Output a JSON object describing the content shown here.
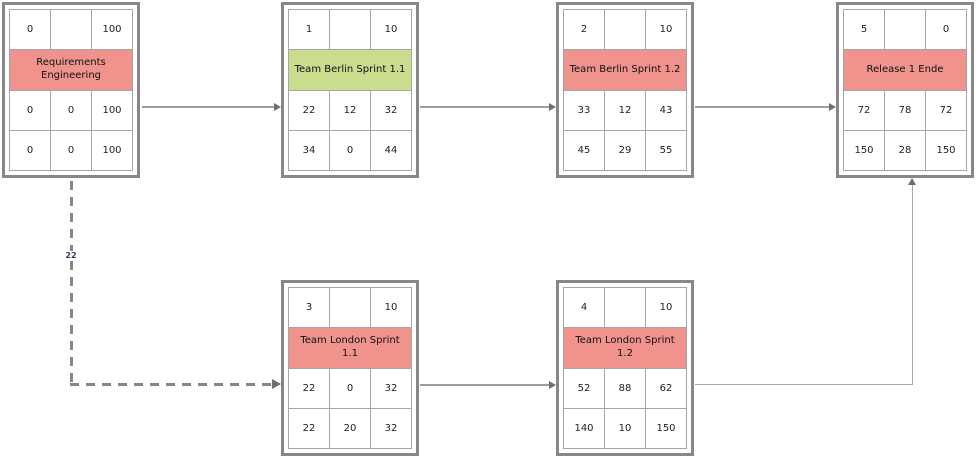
{
  "diagram": {
    "kind": "project-network-plan"
  },
  "nodes": [
    {
      "id": "requirements-engineering",
      "title": "Requirements Engineering",
      "header_color": "#ef938c",
      "cells": {
        "top": [
          "0",
          "",
          "100"
        ],
        "mid": [
          "0",
          "0",
          "100"
        ],
        "bot": [
          "0",
          "0",
          "100"
        ]
      }
    },
    {
      "id": "team-berlin-sprint-1-1",
      "title": "Team Berlin Sprint 1.1",
      "header_color": "#cadc8e",
      "cells": {
        "top": [
          "1",
          "",
          "10"
        ],
        "mid": [
          "22",
          "12",
          "32"
        ],
        "bot": [
          "34",
          "0",
          "44"
        ]
      }
    },
    {
      "id": "team-berlin-sprint-1-2",
      "title": "Team Berlin Sprint 1.2",
      "header_color": "#ef938c",
      "cells": {
        "top": [
          "2",
          "",
          "10"
        ],
        "mid": [
          "33",
          "12",
          "43"
        ],
        "bot": [
          "45",
          "29",
          "55"
        ]
      }
    },
    {
      "id": "release-1-ende",
      "title": "Release 1 Ende",
      "header_color": "#ef938c",
      "cells": {
        "top": [
          "5",
          "",
          "0"
        ],
        "mid": [
          "72",
          "78",
          "72"
        ],
        "bot": [
          "150",
          "28",
          "150"
        ]
      }
    },
    {
      "id": "team-london-sprint-1-1",
      "title": "Team London Sprint 1.1",
      "header_color": "#ef938c",
      "cells": {
        "top": [
          "3",
          "",
          "10"
        ],
        "mid": [
          "22",
          "0",
          "32"
        ],
        "bot": [
          "22",
          "20",
          "32"
        ]
      }
    },
    {
      "id": "team-london-sprint-1-2",
      "title": "Team London Sprint 1.2",
      "header_color": "#ef938c",
      "cells": {
        "top": [
          "4",
          "",
          "10"
        ],
        "mid": [
          "52",
          "88",
          "62"
        ],
        "bot": [
          "140",
          "10",
          "150"
        ]
      }
    }
  ],
  "edges": [
    {
      "from": "Requirements Engineering",
      "to": "Team Berlin Sprint 1.1",
      "style": "solid"
    },
    {
      "from": "Team Berlin Sprint 1.1",
      "to": "Team Berlin Sprint 1.2",
      "style": "solid"
    },
    {
      "from": "Team Berlin Sprint 1.2",
      "to": "Release 1 Ende",
      "style": "solid"
    },
    {
      "from": "Requirements Engineering",
      "to": "Team London Sprint 1.1",
      "style": "dashed",
      "label": "22"
    },
    {
      "from": "Team London Sprint 1.1",
      "to": "Team London Sprint 1.2",
      "style": "solid"
    },
    {
      "from": "Team London Sprint 1.2",
      "to": "Release 1 Ende",
      "style": "solid"
    }
  ]
}
